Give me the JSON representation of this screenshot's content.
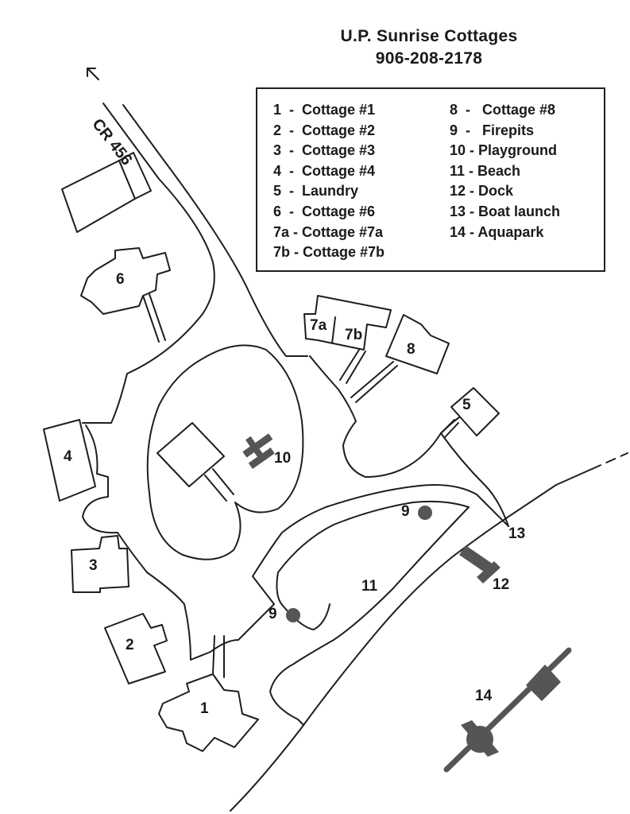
{
  "title": {
    "name": "U.P. Sunrise Cottages",
    "phone": "906-208-2178"
  },
  "road_label": "CR 456",
  "north_arrow": "arrow-northwest-icon",
  "legend": {
    "left": [
      "1  -  Cottage #1",
      "2  -  Cottage #2",
      "3  -  Cottage #3",
      "4  -  Cottage #4",
      "5  -  Laundry",
      "6  -  Cottage #6",
      "7a - Cottage #7a",
      "7b - Cottage #7b"
    ],
    "right": [
      "8  -   Cottage #8",
      "9  -   Firepits",
      "10 - Playground",
      "11 - Beach",
      "12 - Dock",
      "13 - Boat launch",
      "14 - Aquapark"
    ]
  },
  "map_labels": {
    "cottage_1": "1",
    "cottage_2": "2",
    "cottage_3": "3",
    "cottage_4": "4",
    "laundry": "5",
    "cottage_6": "6",
    "cottage_7a": "7a",
    "cottage_7b": "7b",
    "cottage_8": "8",
    "firepit_a": "9",
    "firepit_b": "9",
    "playground": "10",
    "beach": "11",
    "dock": "12",
    "boat_launch": "13",
    "aquapark": "14"
  },
  "colors": {
    "ink": "#1e1e1e",
    "feature_fill": "#555555",
    "background": "#ffffff"
  }
}
